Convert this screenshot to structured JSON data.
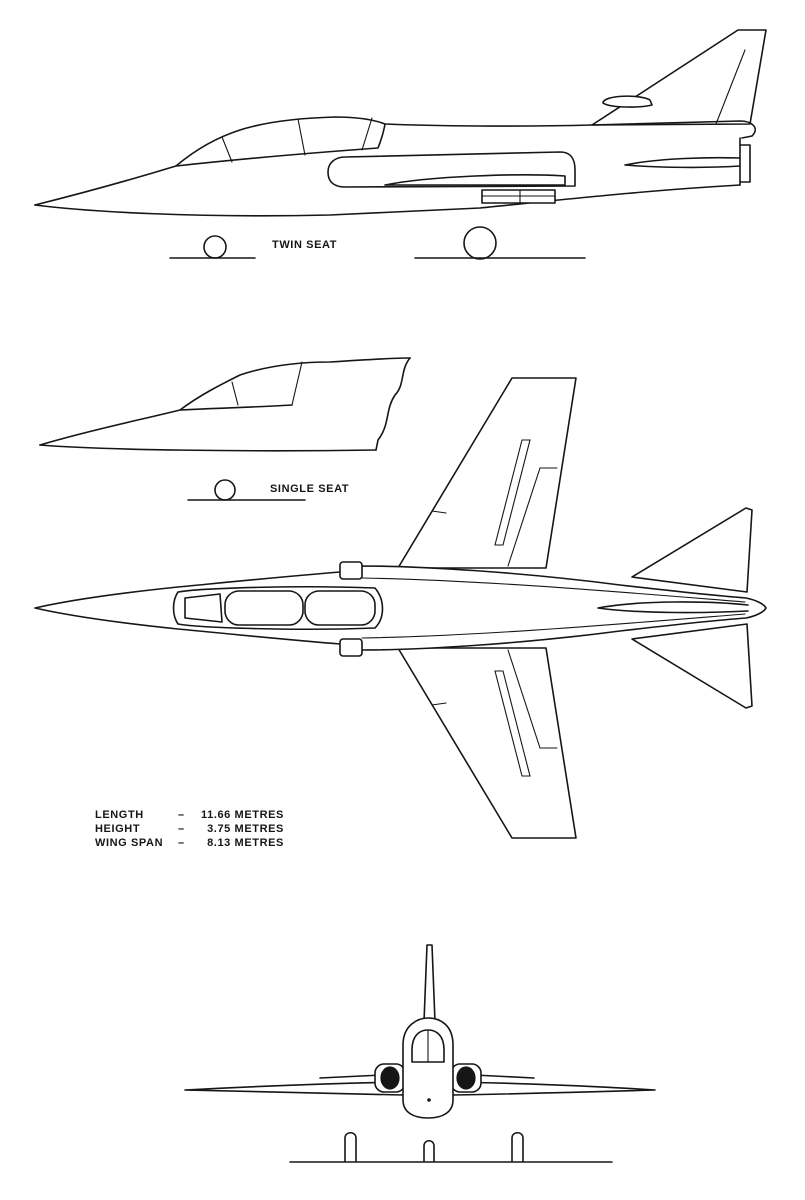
{
  "views": {
    "twin_seat_label": "TWIN SEAT",
    "single_seat_label": "SINGLE SEAT"
  },
  "dimensions": [
    {
      "label": "LENGTH",
      "separator": "–",
      "value": "11.66 METRES"
    },
    {
      "label": "HEIGHT",
      "separator": "–",
      "value": "3.75 METRES"
    },
    {
      "label": "WING SPAN",
      "separator": "–",
      "value": "8.13 METRES"
    }
  ],
  "colors": {
    "line": "#161616",
    "background": "#ffffff"
  }
}
